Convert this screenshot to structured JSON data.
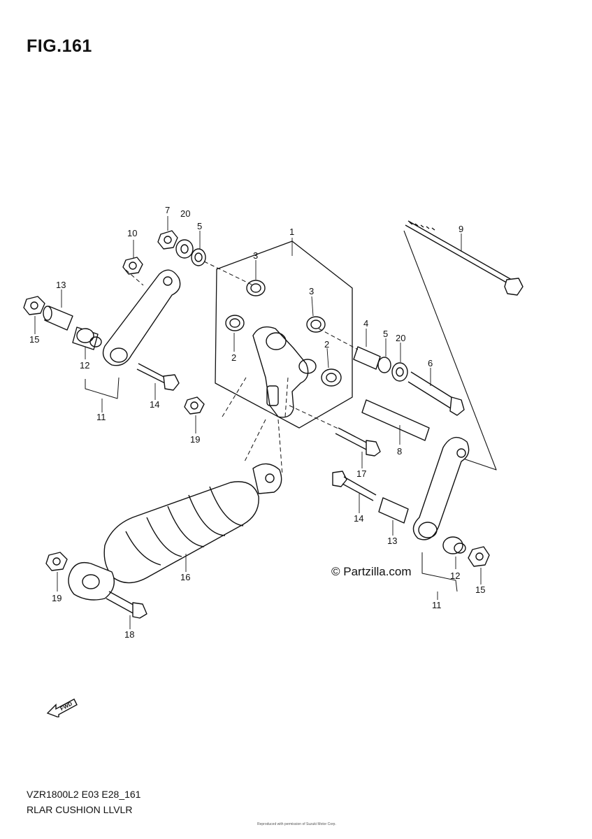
{
  "figure": {
    "title": "FIG.161"
  },
  "callouts": {
    "c1": "1",
    "c2a": "2",
    "c2b": "2",
    "c3a": "3",
    "c3b": "3",
    "c4": "4",
    "c5a": "5",
    "c5b": "5",
    "c6": "6",
    "c7": "7",
    "c8": "8",
    "c9": "9",
    "c10": "10",
    "c11a": "11",
    "c11b": "11",
    "c12a": "12",
    "c12b": "12",
    "c13a": "13",
    "c13b": "13",
    "c14a": "14",
    "c14b": "14",
    "c15a": "15",
    "c15b": "15",
    "c16": "16",
    "c17": "17",
    "c18": "18",
    "c19a": "19",
    "c19b": "19",
    "c20a": "20",
    "c20b": "20"
  },
  "watermark": "© Partzilla.com",
  "forward_badge": "FWD",
  "footer": {
    "model_code": "VZR1800L2 E03 E28_161",
    "section_name": "RLAR CUSHION LLVLR",
    "fine_print": "Reproduced with permission of Suzuki Motor Corp."
  }
}
